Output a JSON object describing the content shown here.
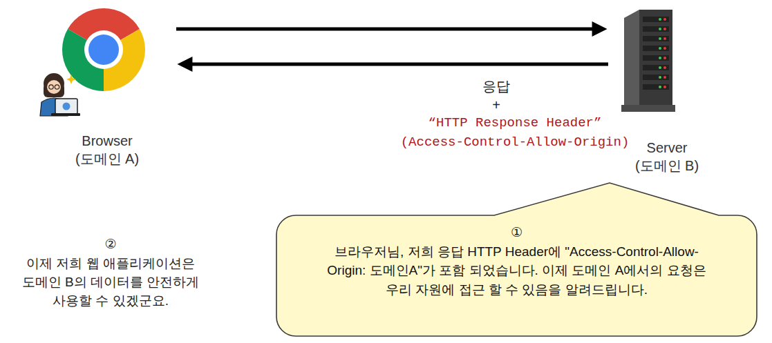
{
  "diagram": {
    "nodes": [
      {
        "text": [
          "Browser (도메인 A)"
        ]
      },
      {
        "text": [
          "Server (도메인 B)"
        ]
      },
      {
        "text": [
          "①",
          "브라우저님, 저희 응답 HTTP Header에 \"Access-Control-Allow-Origin: 도메인A\"가 포함 되었습니다. 이제 도메인 A에서의 요청은 우리 자원에 접근 할 수 있음을 알려드립니다."
        ]
      }
    ],
    "edges": [
      {
        "from": 0,
        "to": 1,
        "arrow": "to"
      },
      {
        "from": 1,
        "to": 0,
        "arrow": "to",
        "label": "응답"
      }
    ],
    "labels": [
      "+",
      "“HTTP Response Header”",
      "(Access-Control-Allow-Origin)",
      "②",
      "이제 저희 웹 애플리케이션은 도메인 B의 데이터를 안전하게 사용할 수 있겠군요."
    ]
  }
}
